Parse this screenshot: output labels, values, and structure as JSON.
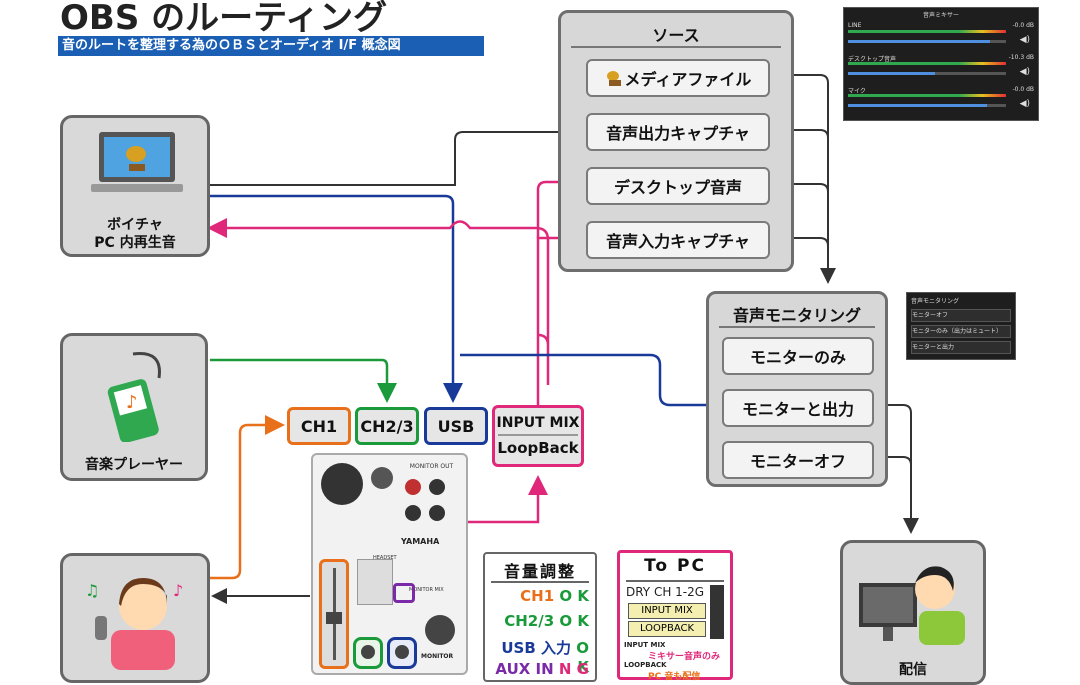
{
  "header": {
    "title": "OBS のルーティング",
    "subtitle": "音のルートを整理する為のＯＢＳとオーディオ I/F 概念図"
  },
  "sources_panel": {
    "title": "ソース",
    "items": [
      "メディアファイル",
      "音声出力キャプチャ",
      "デスクトップ音声",
      "音声入力キャプチャ"
    ]
  },
  "monitoring_panel": {
    "title": "音声モニタリング",
    "items": [
      "モニターのみ",
      "モニターと出力",
      "モニターオフ"
    ]
  },
  "devices": {
    "pc": {
      "line1": "ボイチャ",
      "line2": "PC 内再生音"
    },
    "player": {
      "label": "音楽プレーヤー"
    },
    "stream": {
      "label": "配信"
    }
  },
  "interface_channels": {
    "ch1": "CH1",
    "ch23": "CH2/3",
    "usb": "USB",
    "inputmix_1": "INPUT MIX",
    "inputmix_2": "LoopBack"
  },
  "volume_card": {
    "title": "音量調整",
    "rows": [
      {
        "name": "CH1",
        "status": "O K",
        "color": "#e8701a"
      },
      {
        "name": "CH2/3",
        "status": "O K",
        "color": "#1a9a3a"
      },
      {
        "name": "USB 入力",
        "status": "O K",
        "color": "#1a3a9a"
      },
      {
        "name": "AUX IN",
        "status": "N G",
        "color": "#7a2aa8"
      }
    ]
  },
  "topc_card": {
    "title": "To PC",
    "dry": "DRY CH 1-2G",
    "btn1": "INPUT MIX",
    "btn2": "LOOPBACK",
    "note1_label": "INPUT MIX",
    "note1_text": "ミキサー音声のみ",
    "note2_label": "LOOPBACK",
    "note2_text": "PC 音も配信"
  },
  "obs_mixer": {
    "title": "音声ミキサー",
    "tracks": [
      {
        "name": "LINE",
        "db": "-0.0 dB",
        "level": 0.9
      },
      {
        "name": "デスクトップ音声",
        "db": "-10.3 dB",
        "level": 0.55
      },
      {
        "name": "マイク",
        "db": "-0.0 dB",
        "level": 0.88
      }
    ]
  },
  "obs_monitor_menu": {
    "title": "音声モニタリング",
    "options": [
      "モニターオフ",
      "モニターのみ（出力はミュート）",
      "モニターと出力"
    ]
  },
  "interface_labels": {
    "brand": "YAMAHA",
    "monitor_out": "MONITOR OUT",
    "monitor": "MONITOR",
    "monitor_mix": "MONITOR MIX",
    "headset": "HEADSET"
  },
  "colors": {
    "orange": "#e8701a",
    "green": "#1a9a3a",
    "blue": "#1a3a9a",
    "magenta": "#e0287a",
    "purple": "#7a2aa8",
    "dark": "#333333"
  }
}
